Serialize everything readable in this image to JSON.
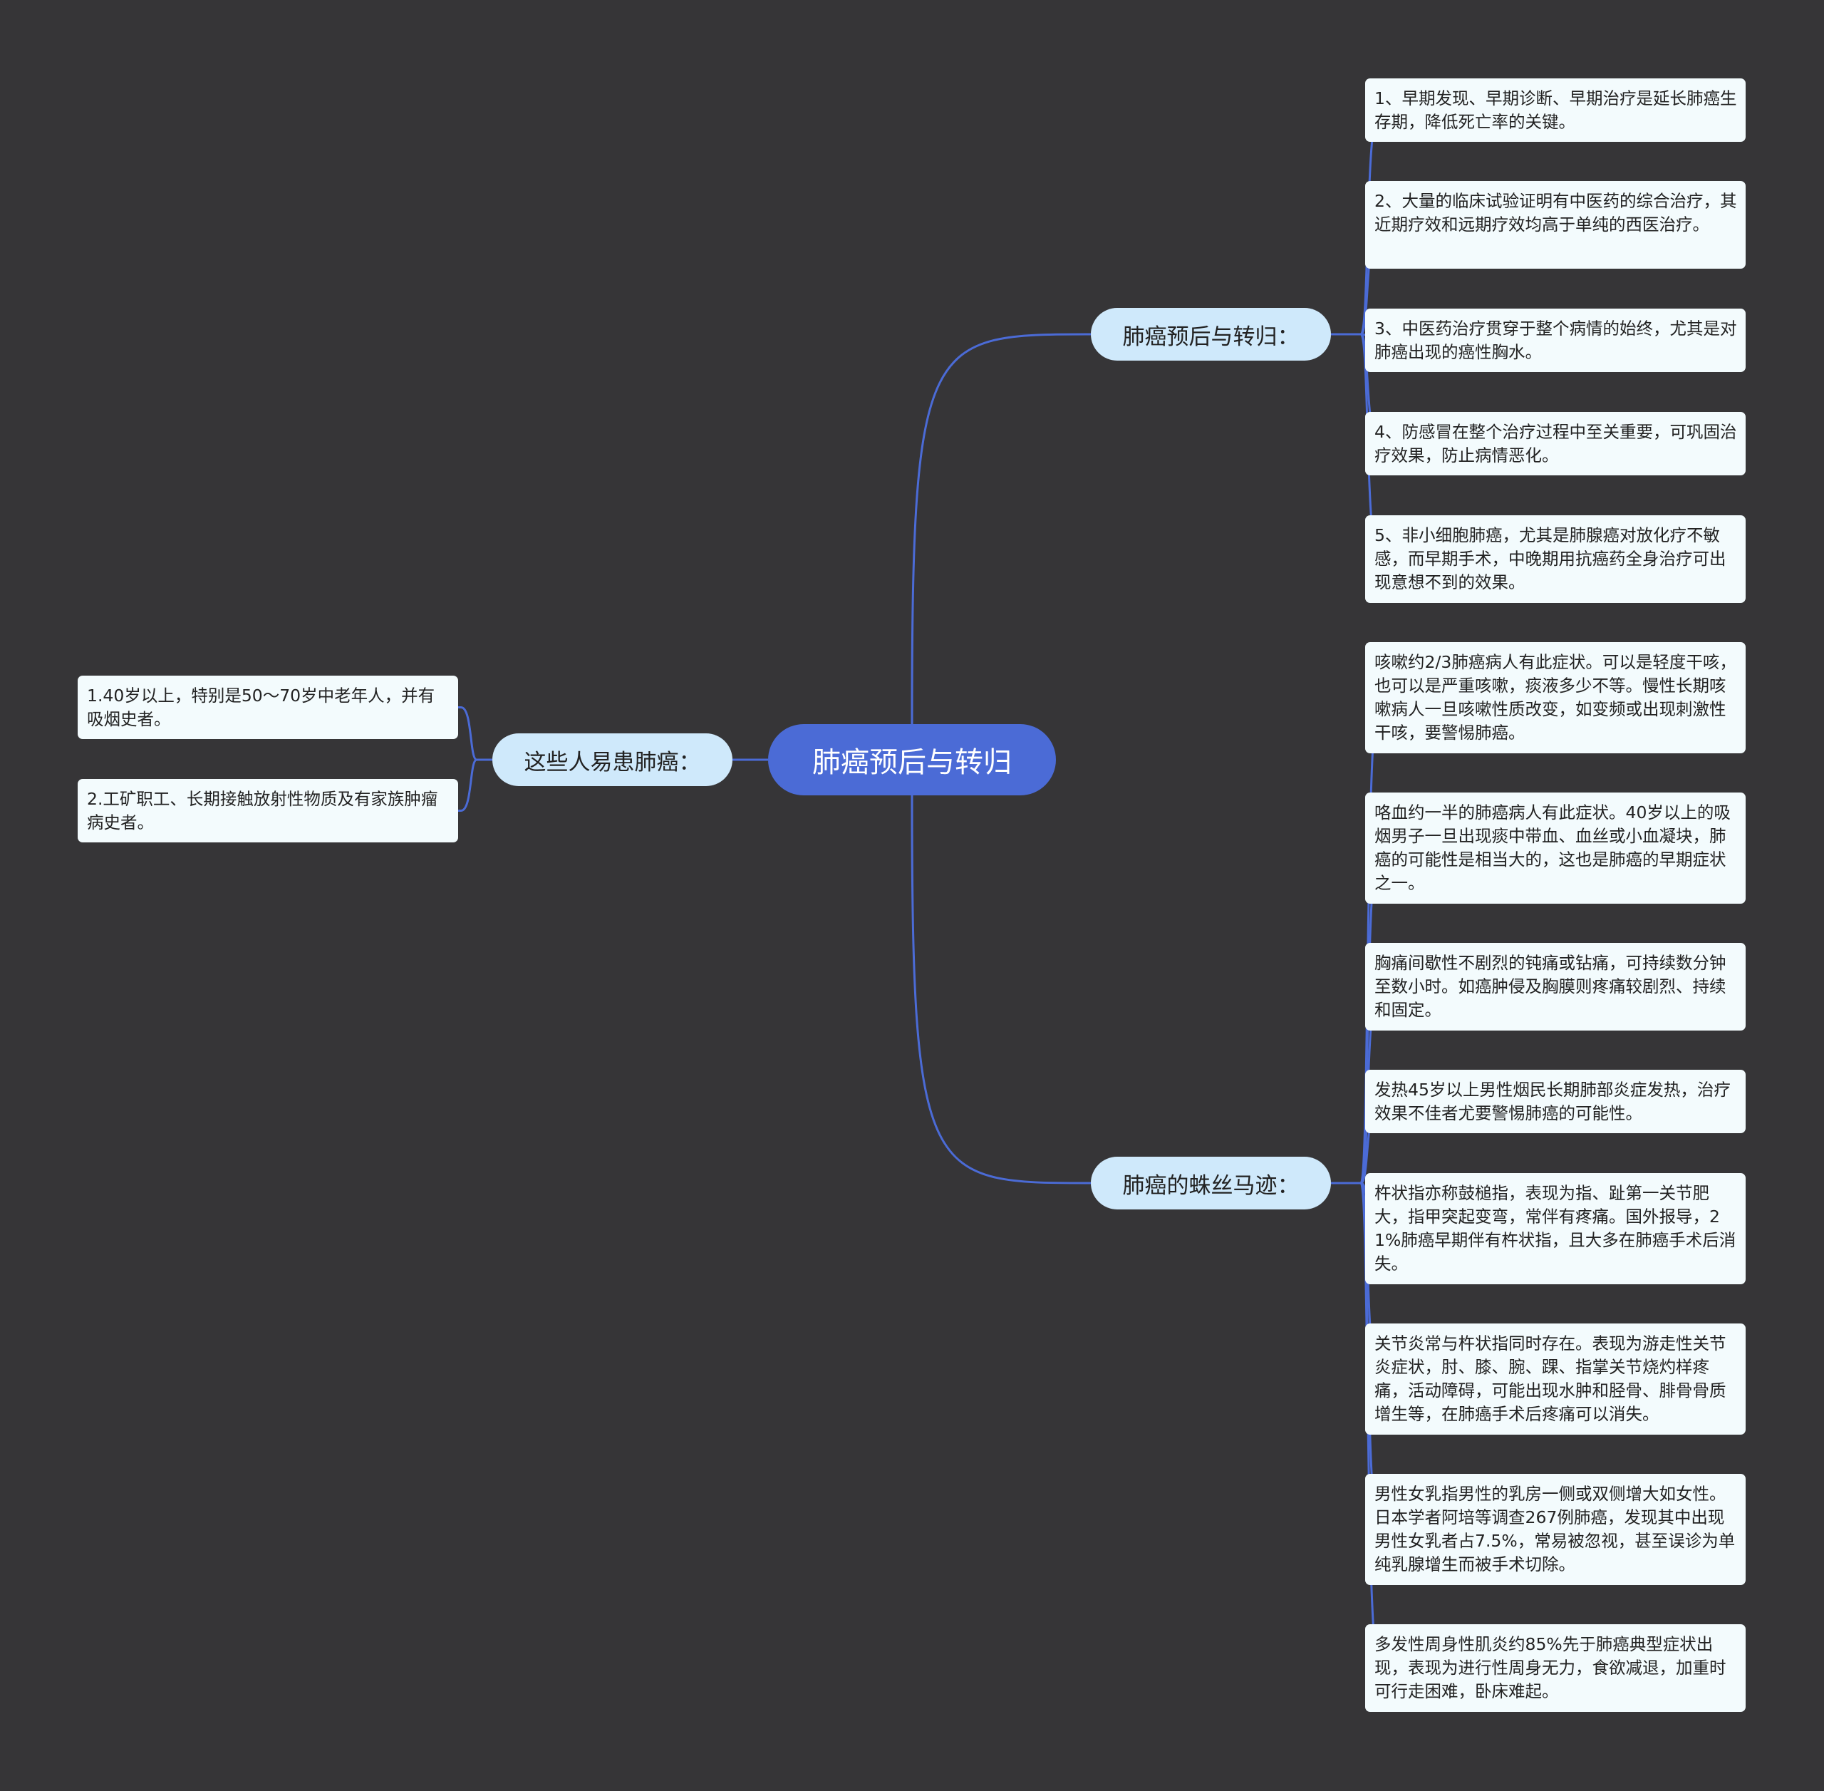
{
  "colors": {
    "background": "#363537",
    "root_fill": "#4b6bd6",
    "branch_fill": "#cfe9fb",
    "leaf_fill": "#f3fbfd",
    "connector": "#4b6bd6"
  },
  "root": {
    "label": "肺癌预后与转归"
  },
  "branches": [
    {
      "label": "肺癌预后与转归：",
      "items": [
        "1、早期发现、早期诊断、早期治疗是延长肺癌生存期，降低死亡率的关键。",
        "2、大量的临床试验证明有中医药的综合治疗，其近期疗效和远期疗效均高于单纯的西医治疗。",
        "3、中医药治疗贯穿于整个病情的始终，尤其是对肺癌出现的癌性胸水。",
        "4、防感冒在整个治疗过程中至关重要，可巩固治疗效果，防止病情恶化。",
        "5、非小细胞肺癌，尤其是肺腺癌对放化疗不敏感，而早期手术，中晚期用抗癌药全身治疗可出现意想不到的效果。"
      ]
    },
    {
      "label": "肺癌的蛛丝马迹：",
      "items": [
        "咳嗽约2/3肺癌病人有此症状。可以是轻度干咳，也可以是严重咳嗽，痰液多少不等。慢性长期咳嗽病人一旦咳嗽性质改变，如变频或出现刺激性干咳，要警惕肺癌。",
        "咯血约一半的肺癌病人有此症状。40岁以上的吸烟男子一旦出现痰中带血、血丝或小血凝块，肺癌的可能性是相当大的，这也是肺癌的早期症状之一。",
        "胸痛间歇性不剧烈的钝痛或钻痛，可持续数分钟至数小时。如癌肿侵及胸膜则疼痛较剧烈、持续和固定。",
        "发热45岁以上男性烟民长期肺部炎症发热，治疗效果不佳者尤要警惕肺癌的可能性。",
        "杵状指亦称鼓槌指，表现为指、趾第一关节肥大，指甲突起变弯，常伴有疼痛。国外报导，21%肺癌早期伴有杵状指，且大多在肺癌手术后消失。",
        "关节炎常与杵状指同时存在。表现为游走性关节炎症状，肘、膝、腕、踝、指掌关节烧灼样疼痛，活动障碍，可能出现水肿和胫骨、腓骨骨质增生等，在肺癌手术后疼痛可以消失。",
        "男性女乳指男性的乳房一侧或双侧增大如女性。日本学者阿培等调查267例肺癌，发现其中出现男性女乳者占7.5%，常易被忽视，甚至误诊为单纯乳腺增生而被手术切除。",
        "多发性周身性肌炎约85%先于肺癌典型症状出现，表现为进行性周身无力，食欲减退，加重时可行走困难，卧床难起。"
      ]
    },
    {
      "label": "这些人易患肺癌：",
      "items": [
        "1.40岁以上，特别是50～70岁中老年人，并有吸烟史者。",
        "2.工矿职工、长期接触放射性物质及有家族肿瘤病史者。"
      ]
    }
  ]
}
